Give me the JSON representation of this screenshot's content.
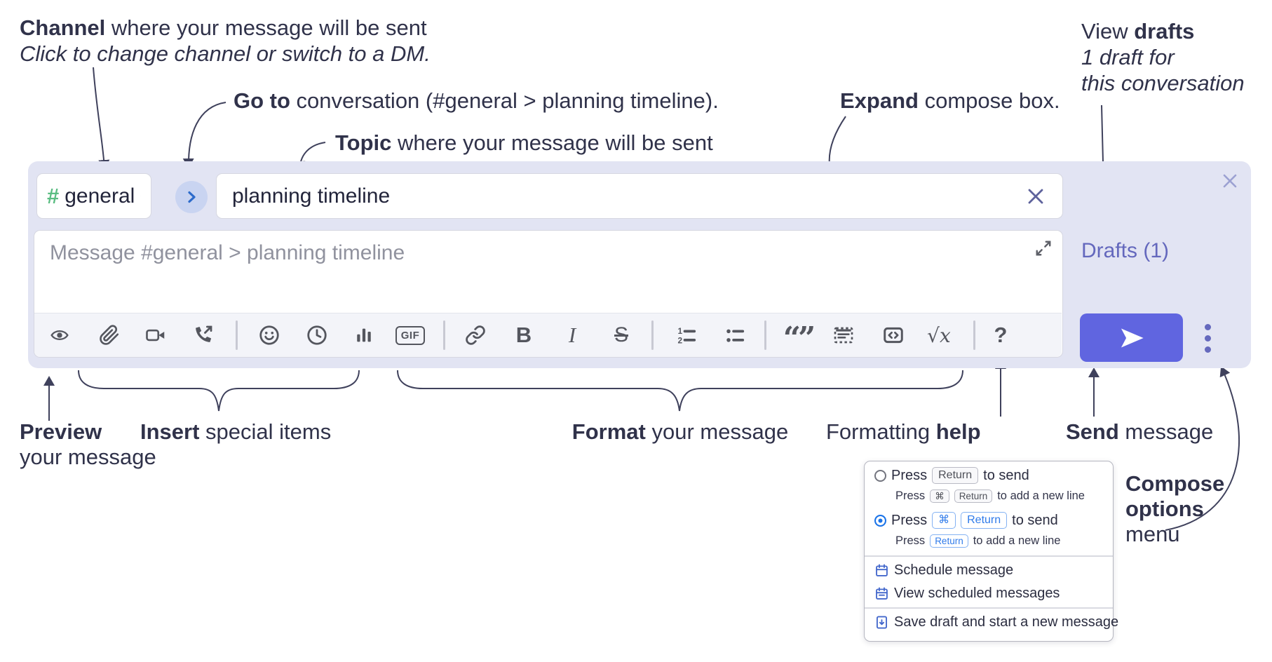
{
  "annotations": {
    "channel_bold": "Channel",
    "channel_rest": " where your message will be sent",
    "channel_sub": "Click to change channel or switch to a DM.",
    "goto_bold": "Go to",
    "goto_rest": " conversation (#general > planning timeline).",
    "topic_bold": "Topic",
    "topic_rest": " where your message will be sent",
    "expand_bold": "Expand",
    "expand_rest": " compose box.",
    "drafts_pre": "View ",
    "drafts_bold": "drafts",
    "drafts_line2": "1 draft for",
    "drafts_line3": "this conversation",
    "preview_bold": "Preview",
    "preview_line2": "your message",
    "insert_bold": "Insert",
    "insert_rest": " special items",
    "format_bold": "Format",
    "format_rest": " your message",
    "help_pre": "Formatting ",
    "help_bold": "help",
    "send_bold": "Send",
    "send_rest": " message",
    "compose_menu_l1": "Compose",
    "compose_menu_l2": "options",
    "compose_menu_l3": "menu"
  },
  "compose": {
    "channel_hash": "#",
    "channel_name": "general",
    "topic_value": "planning timeline",
    "message_placeholder": "Message #general > planning timeline",
    "drafts_label": "Drafts (1)",
    "toolbar": {
      "gif_label": "GIF",
      "bold_label": "B",
      "italic_label": "I",
      "strike_label": "S",
      "quote_label": "“”",
      "math_sqrt": "√",
      "math_x": "x",
      "help_label": "?"
    }
  },
  "popup": {
    "option1": {
      "pre": "Press",
      "key": "Return",
      "post": "to send",
      "sub_pre": "Press",
      "sub_key1": "⌘",
      "sub_key2": "Return",
      "sub_post": "to add a new line"
    },
    "option2": {
      "pre": "Press",
      "key1": "⌘",
      "key2": "Return",
      "post": "to send",
      "sub_pre": "Press",
      "sub_key": "Return",
      "sub_post": "to add a new line"
    },
    "menu": [
      "Schedule message",
      "View scheduled messages",
      "Save draft and start a new message"
    ]
  },
  "colors": {
    "compose_bg": "#e2e4f3",
    "send_button": "#6065e0",
    "drafts_link": "#6468bd",
    "hash_green": "#5abd82",
    "circle_button_bg": "#c9d4f1",
    "circle_chevron": "#2d6bcb",
    "annotation_text": "#30324a",
    "toolbar_icon": "#54565e",
    "radio_selected": "#1a73e8",
    "popup_icon_blue": "#4468cc"
  }
}
